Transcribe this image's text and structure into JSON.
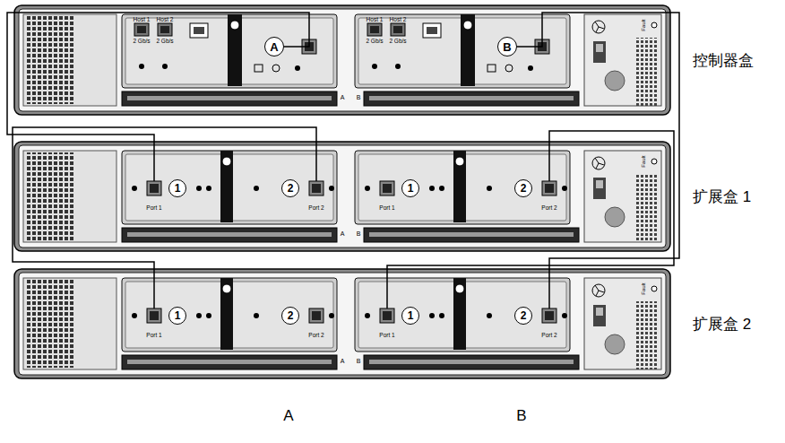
{
  "diagram": {
    "nodes": [
      {
        "text": [
          "控制器盒"
        ]
      },
      {
        "text": [
          "A"
        ],
        "in": 0
      },
      {
        "text": [
          "B"
        ],
        "in": 0
      },
      {
        "text": [
          "扩展盒 1"
        ]
      },
      {
        "text": [
          "Port 1"
        ],
        "in": 3
      },
      {
        "text": [
          "Port 2"
        ],
        "in": 3
      },
      {
        "text": [
          "Port 1"
        ],
        "in": 3
      },
      {
        "text": [
          "Port 2"
        ],
        "in": 3
      },
      {
        "text": [
          "扩展盒 2"
        ]
      },
      {
        "text": [
          "Port 1"
        ],
        "in": 8
      },
      {
        "text": [
          "Port 2"
        ],
        "in": 8
      },
      {
        "text": [
          "Port 1"
        ],
        "in": 8
      },
      {
        "text": [
          "Port 2"
        ],
        "in": 8
      }
    ],
    "edges": [
      {
        "from": 1,
        "to": 4,
        "arrow": "none"
      },
      {
        "from": 5,
        "to": 9,
        "arrow": "none"
      },
      {
        "from": 2,
        "to": 12,
        "arrow": "none"
      },
      {
        "from": 11,
        "to": 7,
        "arrow": "none"
      }
    ],
    "labels": [
      "Host 1",
      "Host 2",
      "2 Gb/s",
      "2 Gb/s",
      "Host 1",
      "Host 2",
      "2 Gb/s",
      "2 Gb/s",
      "A",
      "B",
      "Fault",
      "1",
      "2",
      "1",
      "2",
      "A",
      "B",
      "Fault",
      "1",
      "2",
      "1",
      "2",
      "A",
      "B",
      "Fault",
      "A",
      "B"
    ]
  }
}
